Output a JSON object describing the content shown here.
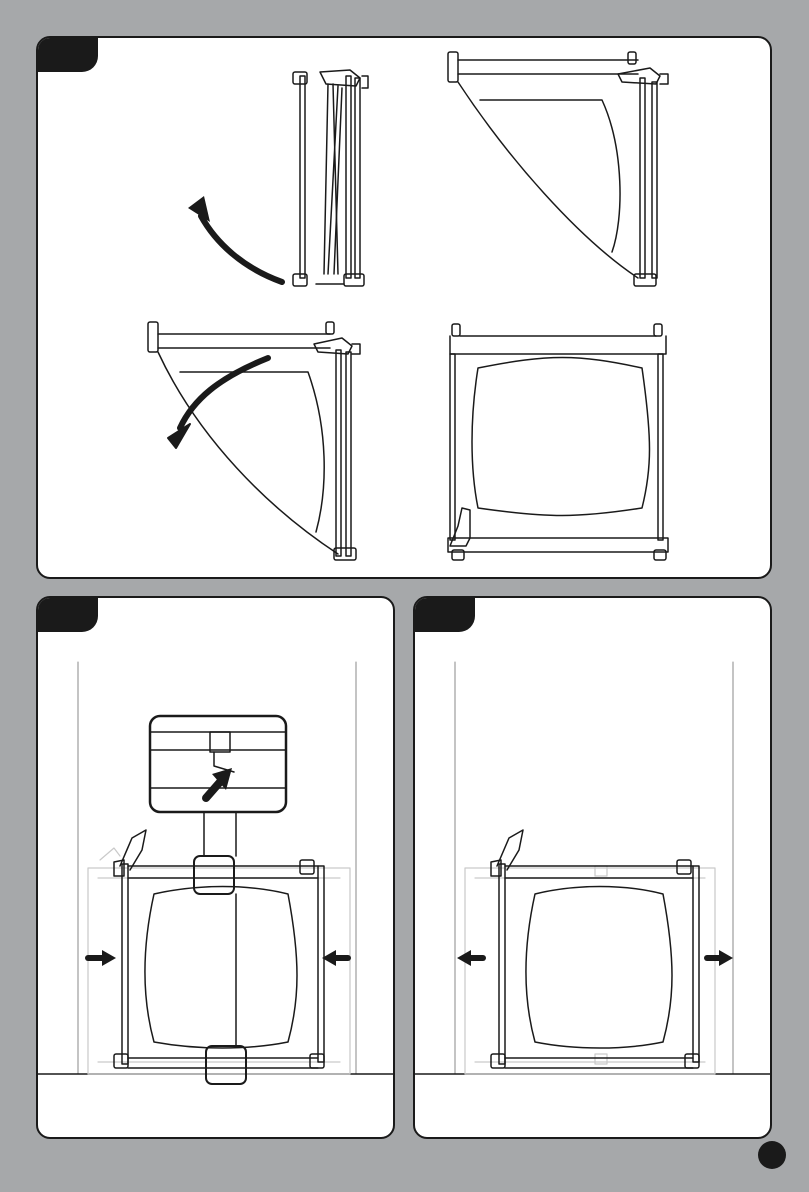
{
  "panels": [
    {
      "id": "fold-out-steps",
      "step_tab_color": "#1a1a1a"
    },
    {
      "id": "press-in-step",
      "step_tab_color": "#1a1a1a"
    },
    {
      "id": "push-out-step",
      "step_tab_color": "#1a1a1a"
    }
  ],
  "colors": {
    "background": "#a6a8aa",
    "panel": "#ffffff",
    "ink": "#1a1a1a",
    "ghost": "#c9c9c9"
  },
  "icons": [
    "curved-arrow-icon",
    "straight-arrow-icon",
    "zoom-detail-icon"
  ]
}
